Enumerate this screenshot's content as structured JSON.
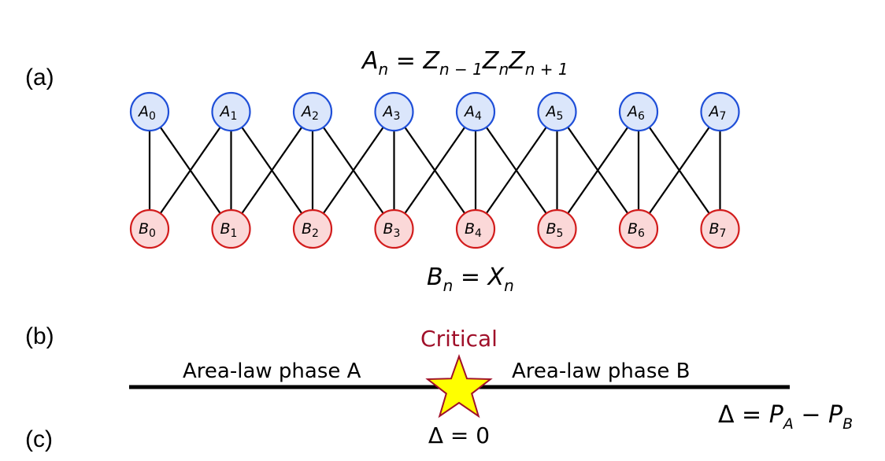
{
  "panels": {
    "a": "(a)",
    "b": "(b)",
    "c": "(c)"
  },
  "formula_a": {
    "base": "A",
    "sub": "n",
    "eq": " = ",
    "t1": "Z",
    "s1": "n − 1",
    "t2": "Z",
    "s2": "n",
    "t3": "Z",
    "s3": "n + 1"
  },
  "formula_b": {
    "base": "B",
    "sub": "n",
    "eq": " = ",
    "t1": "X",
    "s1": "n"
  },
  "nodes": {
    "a_letter": "A",
    "b_letter": "B",
    "indices": [
      "0",
      "1",
      "2",
      "3",
      "4",
      "5",
      "6",
      "7"
    ],
    "a_fill": "#dbe6fb",
    "a_stroke": "#1f4fd8",
    "b_fill": "#fbd8d8",
    "b_stroke": "#d21c1c"
  },
  "phase": {
    "left": "Area-law phase A",
    "right": "Area-law phase B",
    "critical": "Critical",
    "critical_color": "#a0102a",
    "critical_cond": "Δ = 0",
    "star_fill": "#ffff00",
    "star_stroke": "#a0102a"
  },
  "order_param": {
    "lhs": "Δ = ",
    "p": "P",
    "sa": "A",
    "minus": " − ",
    "sb": "B"
  }
}
